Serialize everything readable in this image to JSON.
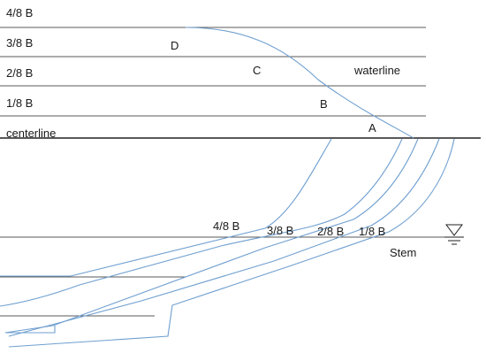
{
  "waterline_levels": [
    "4/8 B",
    "3/8 B",
    "2/8 B",
    "1/8 B"
  ],
  "centerline_label": "centerline",
  "waterline_label": "waterline",
  "section_points": [
    "D",
    "C",
    "B",
    "A"
  ],
  "section_curves": [
    "4/8 B",
    "3/8 B",
    "2/8 B",
    "1/8 B"
  ],
  "stem_label": "Stem",
  "colors": {
    "curve": "#6f9fd0",
    "grid": "#5a5a5a",
    "baseline": "#222222"
  },
  "icons": {
    "water_surface": "water-surface-symbol"
  }
}
